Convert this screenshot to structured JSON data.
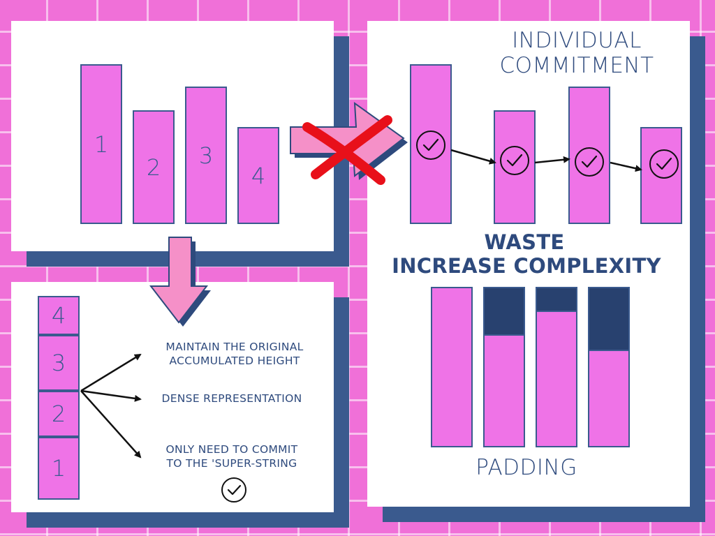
{
  "colors": {
    "background": "#f070d8",
    "bar_fill": "#ef73e7",
    "panel_shadow": "#3a5a8e",
    "padding_fill": "#28416f",
    "arrow_fill": "#f590c8",
    "cross": "#e8101a",
    "text": "#2e4a7d"
  },
  "icons": {
    "check": "check-circle-icon",
    "cross": "red-x-cross-icon",
    "arrow": "pink-arrow-icon"
  },
  "panel_original": {
    "bars": [
      {
        "label": "1",
        "relative_height": 1.0
      },
      {
        "label": "2",
        "relative_height": 0.71
      },
      {
        "label": "3",
        "relative_height": 0.86
      },
      {
        "label": "4",
        "relative_height": 0.6
      }
    ]
  },
  "panel_dense": {
    "stack": [
      "4",
      "3",
      "2",
      "1"
    ],
    "captions": {
      "maintain": [
        "MAINTAIN THE ORIGINAL",
        "ACCUMULATED HEIGHT"
      ],
      "dense": "DENSE REPRESENTATION",
      "commit": [
        "ONLY NEED TO COMMIT",
        "TO THE 'SUPER-STRING"
      ]
    }
  },
  "panel_individual": {
    "title": [
      "INDIVIDUAL",
      "COMMITMENT"
    ],
    "waste": "WASTE",
    "complexity": "INCREASE COMPLEXITY",
    "padding_label": "PADDING",
    "padding_fraction": [
      0.0,
      0.29,
      0.14,
      0.39
    ]
  }
}
